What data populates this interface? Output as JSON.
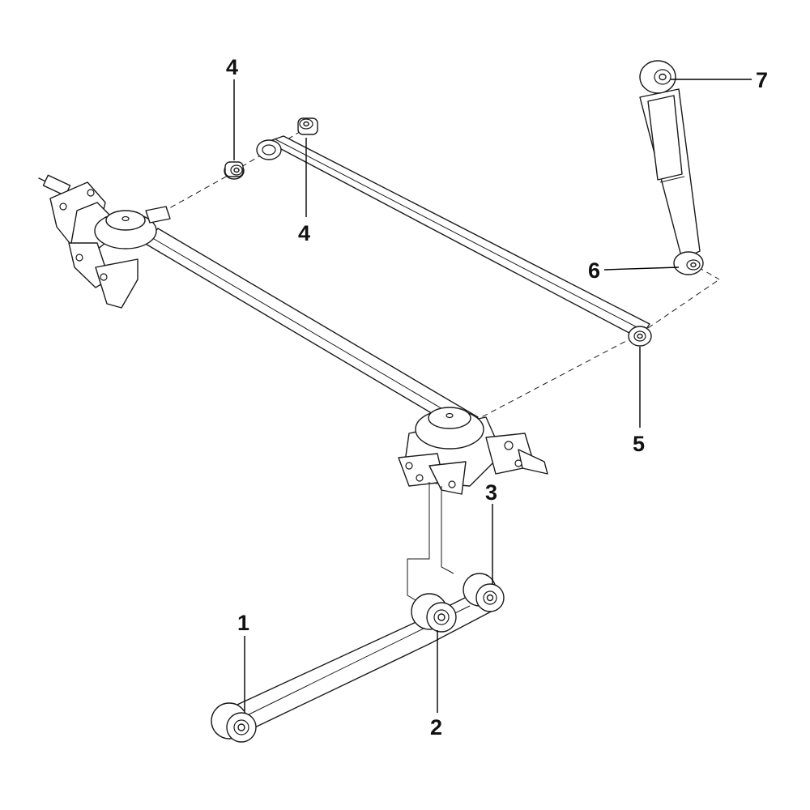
{
  "diagram": {
    "callouts": [
      {
        "id": "c1",
        "label": "1"
      },
      {
        "id": "c2",
        "label": "2"
      },
      {
        "id": "c3",
        "label": "3"
      },
      {
        "id": "c4a",
        "label": "4"
      },
      {
        "id": "c4b",
        "label": "4"
      },
      {
        "id": "c5",
        "label": "5"
      },
      {
        "id": "c6",
        "label": "6"
      },
      {
        "id": "c7",
        "label": "7"
      }
    ]
  }
}
